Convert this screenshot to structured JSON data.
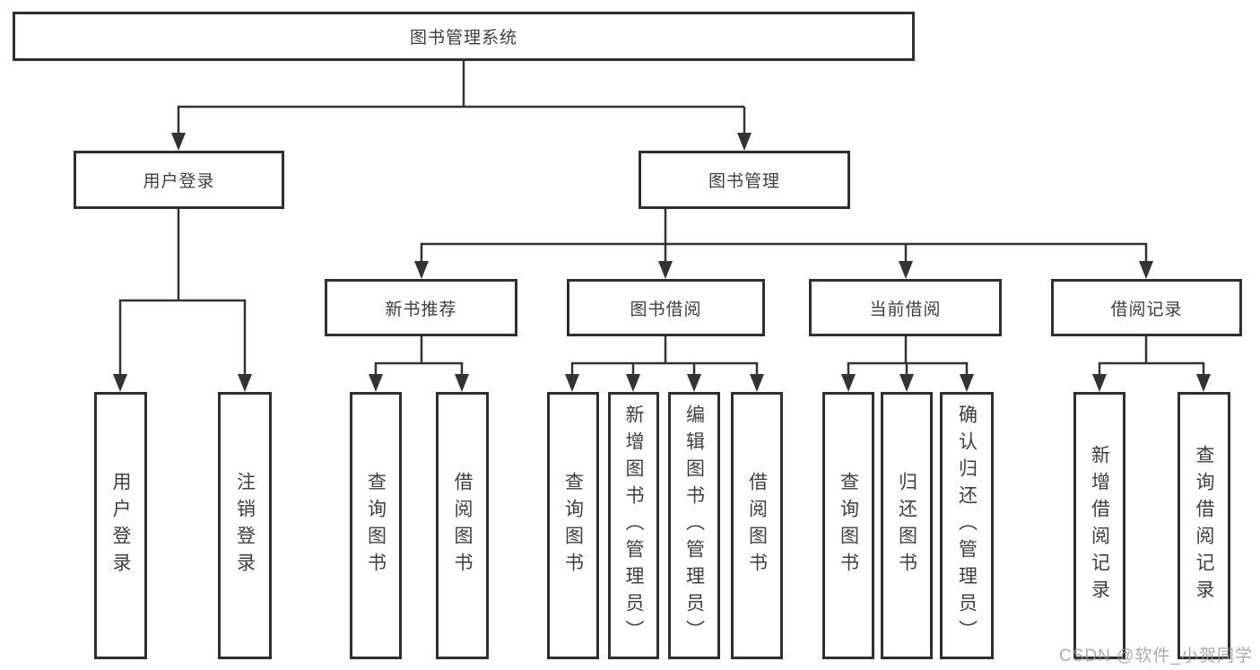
{
  "diagram": {
    "title_node": "图书管理系统",
    "nodes": {
      "root": {
        "label": "图书管理系统"
      },
      "user_login": {
        "label": "用户登录"
      },
      "book_mgmt": {
        "label": "图书管理"
      },
      "new_book_rec": {
        "label": "新书推荐"
      },
      "book_borrow": {
        "label": "图书借阅"
      },
      "current_borrow": {
        "label": "当前借阅"
      },
      "borrow_records": {
        "label": "借阅记录"
      },
      "leaf_user_login": {
        "label": "用户登录"
      },
      "leaf_logout": {
        "label": "注销登录"
      },
      "leaf_query_book_1": {
        "label": "查询图书"
      },
      "leaf_borrow_book_1": {
        "label": "借阅图书"
      },
      "leaf_query_book_2": {
        "label": "查询图书"
      },
      "leaf_add_book": {
        "label": "新增图书（管理员）"
      },
      "leaf_edit_book": {
        "label": "编辑图书（管理员）"
      },
      "leaf_borrow_book_2": {
        "label": "借阅图书"
      },
      "leaf_query_book_3": {
        "label": "查询图书"
      },
      "leaf_return_book": {
        "label": "归还图书"
      },
      "leaf_confirm_return": {
        "label": "确认归还（管理员）"
      },
      "leaf_add_record": {
        "label": "新增借阅记录"
      },
      "leaf_query_record": {
        "label": "查询借阅记录"
      }
    },
    "edges": [
      [
        "root",
        "user_login"
      ],
      [
        "root",
        "book_mgmt"
      ],
      [
        "user_login",
        "leaf_user_login"
      ],
      [
        "user_login",
        "leaf_logout"
      ],
      [
        "book_mgmt",
        "new_book_rec"
      ],
      [
        "book_mgmt",
        "book_borrow"
      ],
      [
        "book_mgmt",
        "current_borrow"
      ],
      [
        "book_mgmt",
        "borrow_records"
      ],
      [
        "new_book_rec",
        "leaf_query_book_1"
      ],
      [
        "new_book_rec",
        "leaf_borrow_book_1"
      ],
      [
        "book_borrow",
        "leaf_query_book_2"
      ],
      [
        "book_borrow",
        "leaf_add_book"
      ],
      [
        "book_borrow",
        "leaf_edit_book"
      ],
      [
        "book_borrow",
        "leaf_borrow_book_2"
      ],
      [
        "current_borrow",
        "leaf_query_book_3"
      ],
      [
        "current_borrow",
        "leaf_return_book"
      ],
      [
        "current_borrow",
        "leaf_confirm_return"
      ],
      [
        "borrow_records",
        "leaf_add_record"
      ],
      [
        "borrow_records",
        "leaf_query_record"
      ]
    ],
    "line_color": "#333333",
    "border_color": "#2f2f2f",
    "text_color": "#3f3f3f"
  },
  "watermark": {
    "text": "CSDN @软件_小贺同学"
  }
}
